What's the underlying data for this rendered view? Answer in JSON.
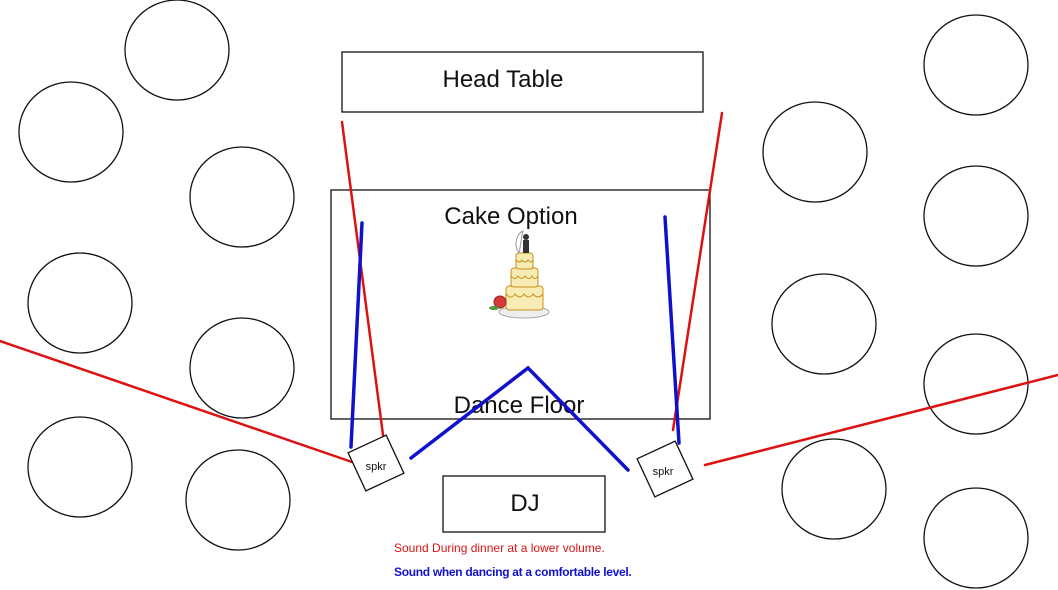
{
  "head_table": {
    "label": "Head Table"
  },
  "cake": {
    "label": "Cake Option",
    "image": "wedding-cake-icon"
  },
  "dance_floor": {
    "label": "Dance Floor"
  },
  "dj": {
    "label": "DJ"
  },
  "speakers": [
    {
      "label": "spkr"
    },
    {
      "label": "spkr"
    }
  ],
  "legend": {
    "dinner": "Sound During dinner at a lower volume.",
    "dancing": "Sound when dancing at a comfortable level."
  },
  "colors": {
    "dinner_sound": "#dd1111",
    "dancing_sound": "#1111cc",
    "outline": "#111111",
    "cake_cream": "#f6ecb4",
    "cake_trim": "#c8901a",
    "rose": "#d83a3a"
  }
}
